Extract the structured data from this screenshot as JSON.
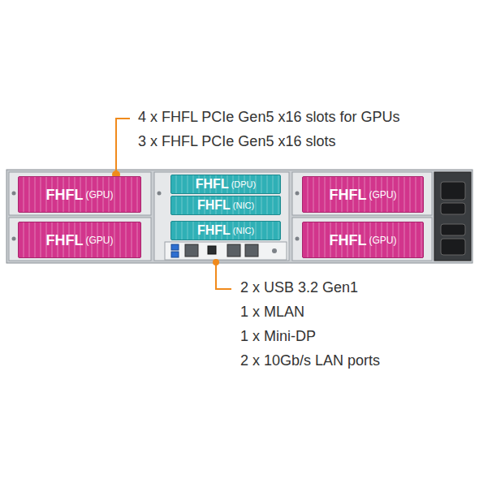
{
  "diagram": {
    "nodes": [
      {
        "text": [
          "FHFL",
          "(GPU)"
        ]
      },
      {
        "text": [
          "FHFL",
          "(DPU)"
        ]
      },
      {
        "text": [
          "FHFL",
          "(NIC)"
        ]
      },
      {
        "text": [
          "FHFL",
          "(GPU)"
        ]
      },
      {
        "text": [
          "FHFL",
          "(GPU)"
        ]
      },
      {
        "text": [
          "FHFL",
          "(NIC)"
        ]
      },
      {
        "text": [
          "FHFL",
          "(GPU)"
        ]
      }
    ],
    "labels": [
      "4 x FHFL PCIe Gen5 x16 slots for GPUs",
      "3 x FHFL PCIe Gen5 x16 slots",
      "2 x USB 3.2 Gen1",
      "1 x MLAN",
      "1 x Mini-DP",
      "2 x 10Gb/s LAN ports"
    ]
  }
}
